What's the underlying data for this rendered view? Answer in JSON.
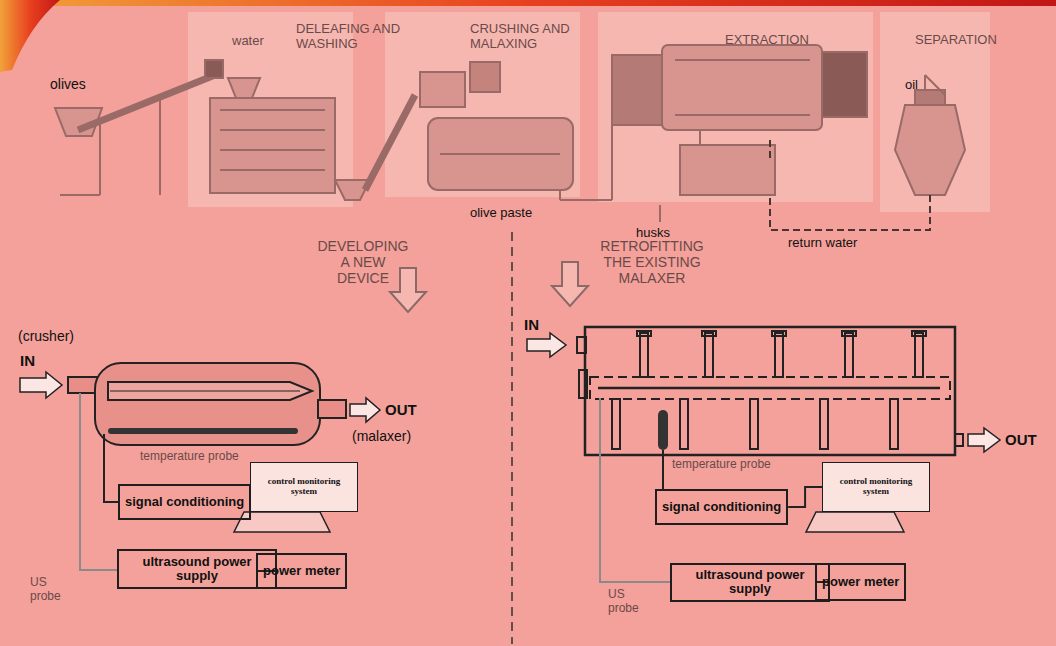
{
  "diagram": {
    "nodes": [
      {
        "text": [
          "signal conditioning"
        ]
      },
      {
        "text": [
          "control monitoring system"
        ]
      },
      {
        "text": [
          "ultrasound power supply"
        ]
      },
      {
        "text": [
          "power meter"
        ]
      },
      {
        "text": [
          "signal conditioning"
        ]
      },
      {
        "text": [
          "control monitoring system"
        ]
      },
      {
        "text": [
          "ultrasound power supply"
        ]
      },
      {
        "text": [
          "power meter"
        ]
      }
    ],
    "edges": [
      {
        "from": 0,
        "to": 1,
        "arrow": "none"
      },
      {
        "from": 2,
        "to": 3,
        "arrow": "none"
      },
      {
        "from": 4,
        "to": 5,
        "arrow": "none"
      },
      {
        "from": 6,
        "to": 7,
        "arrow": "none"
      }
    ],
    "labels": [
      "olives",
      "water",
      "DELEAFING AND WASHING",
      "CRUSHING AND MALAXING",
      "EXTRACTION",
      "SEPARATION",
      "oil",
      "olive paste",
      "husks",
      "return water",
      "DEVELOPING A NEW DEVICE",
      "RETROFITTING THE EXISTING MALAXER",
      "(crusher)",
      "IN",
      "OUT",
      "(malaxer)",
      "temperature probe",
      "US probe",
      "IN",
      "OUT",
      "temperature probe",
      "US probe"
    ]
  }
}
